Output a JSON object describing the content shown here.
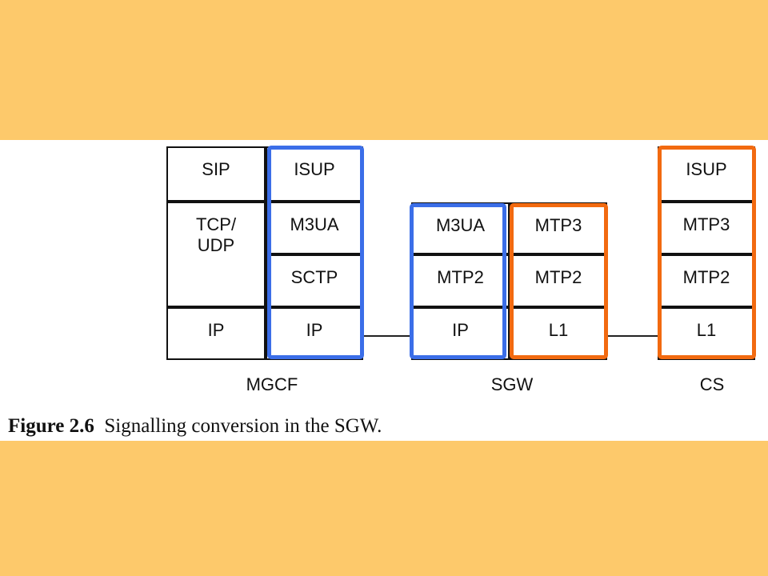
{
  "colors": {
    "background": "#fdc96b",
    "figure_background": "#ffffff",
    "highlight_blue": "#3b6ee8",
    "highlight_orange": "#f26a10"
  },
  "nodes": [
    {
      "name": "MGCF",
      "stacks": [
        {
          "layers": [
            "SIP",
            "TCP/\nUDP",
            "IP"
          ]
        },
        {
          "layers": [
            "ISUP",
            "M3UA",
            "SCTP",
            "IP"
          ],
          "highlight": "blue"
        }
      ]
    },
    {
      "name": "SGW",
      "stacks": [
        {
          "layers": [
            "M3UA",
            "MTP2",
            "IP"
          ],
          "highlight": "blue"
        },
        {
          "layers": [
            "MTP3",
            "MTP2",
            "L1"
          ],
          "highlight": "orange"
        }
      ]
    },
    {
      "name": "CS",
      "stacks": [
        {
          "layers": [
            "ISUP",
            "MTP3",
            "MTP2",
            "L1"
          ],
          "highlight": "orange"
        }
      ]
    }
  ],
  "caption": {
    "number": "Figure 2.6",
    "text": "Signalling conversion in the SGW."
  }
}
